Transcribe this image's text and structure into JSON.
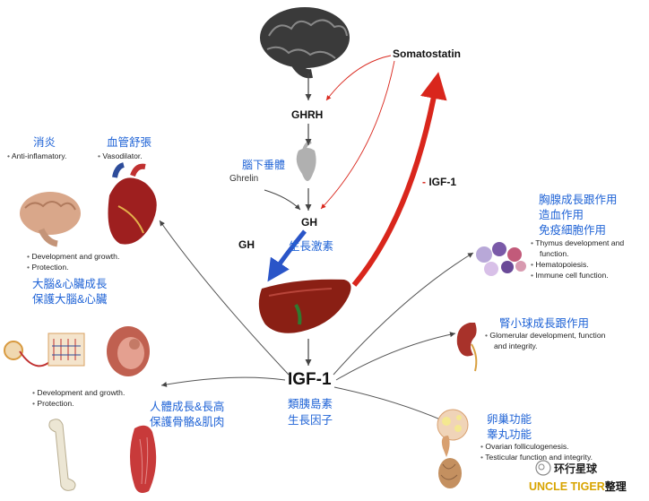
{
  "center": {
    "somatostatin": "Somatostatin",
    "ghrh": "GHRH",
    "pituitary_zh": "腦下垂體",
    "ghrelin": "Ghrelin",
    "gh": "GH",
    "gh_left": "GH",
    "gh_zh": "生長激素",
    "igf1_arrow": "IGF-1",
    "igf1_main": "IGF-1",
    "igf1_zh1": "類胰島素",
    "igf1_zh2": "生長因子"
  },
  "top_left": {
    "anti_zh": "消炎",
    "anti_en": "Anti-inflamatory.",
    "vaso_zh": "血管舒張",
    "vaso_en": "Vasodilator.",
    "dev": "Development and growth.",
    "prot": "Protection.",
    "brain_heart_zh1": "大腦&心臟成長",
    "brain_heart_zh2": "保護大腦&心臟"
  },
  "bottom_left": {
    "dev": "Development and growth.",
    "prot": "Protection.",
    "body_zh1": "人體成長&長高",
    "body_zh2": "保護骨骼&肌肉"
  },
  "right": {
    "thymus_zh1": "胸腺成長跟作用",
    "thymus_zh2": "造血作用",
    "thymus_zh3": "免疫細胞作用",
    "thymus_en1": "Thymus development and",
    "thymus_en1b": "function.",
    "thymus_en2": "Hematopoiesis.",
    "thymus_en3": "Immune cell function.",
    "kidney_zh": "腎小球成長跟作用",
    "kidney_en1": "Glomerular development, function",
    "kidney_en1b": "and integrity.",
    "ovary_zh1": "卵巢功能",
    "ovary_zh2": "睾丸功能",
    "ovary_en1": "Ovarian folliculogenesis.",
    "ovary_en2": "Testicular function and integrity."
  },
  "watermark": {
    "brand_zh": "环行星球",
    "brand_en": "UNCLE TIGER",
    "suffix": "整理"
  },
  "colors": {
    "blue_text": "#1f63d6",
    "igf_arrow": "#d9261c",
    "gh_arrow": "#2a55c8",
    "liver": "#8a1f14"
  }
}
